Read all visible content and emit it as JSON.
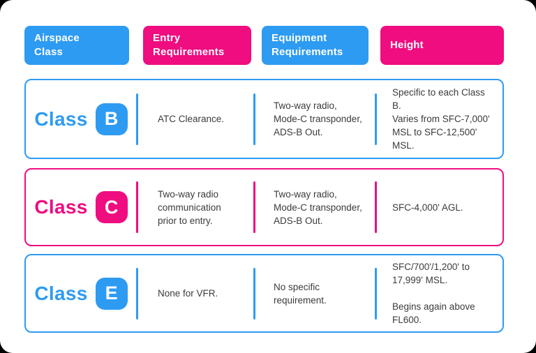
{
  "colors": {
    "blue": "#2E9BF2",
    "pink": "#EF0D80",
    "text": "#3B3B3B",
    "card_bg": "#FFFFFF",
    "outside_bg": "#000000"
  },
  "headers": [
    {
      "label": "Airspace\nClass",
      "theme": "blue"
    },
    {
      "label": "Entry\nRequirements",
      "theme": "pink"
    },
    {
      "label": "Equipment\nRequirements",
      "theme": "blue"
    },
    {
      "label": "Height",
      "theme": "pink"
    }
  ],
  "rows": [
    {
      "class_word": "Class",
      "badge_letter": "B",
      "theme": "blue",
      "entry": "ATC Clearance.",
      "equipment": "Two-way radio,\nMode-C transponder,\nADS-B Out.",
      "height": "Specific to each Class B.\nVaries from SFC-7,000'\nMSL to SFC-12,500' MSL."
    },
    {
      "class_word": "Class",
      "badge_letter": "C",
      "theme": "pink",
      "entry": "Two-way radio\ncommunication\nprior to entry.",
      "equipment": "Two-way radio,\nMode-C transponder,\nADS-B Out.",
      "height": "SFC-4,000' AGL."
    },
    {
      "class_word": "Class",
      "badge_letter": "E",
      "theme": "blue",
      "entry": "None for VFR.",
      "equipment": "No specific\nrequirement.",
      "height": "SFC/700'/1,200' to\n17,999' MSL.\n\nBegins again above FL600."
    }
  ],
  "chart_data": {
    "type": "table",
    "title": "Airspace class entry and equipment requirements",
    "columns": [
      "Airspace Class",
      "Entry Requirements",
      "Equipment Requirements",
      "Height"
    ],
    "rows": [
      [
        "Class B",
        "ATC Clearance.",
        "Two-way radio, Mode-C transponder, ADS-B Out.",
        "Specific to each Class B. Varies from SFC-7,000' MSL to SFC-12,500' MSL."
      ],
      [
        "Class C",
        "Two-way radio communication prior to entry.",
        "Two-way radio, Mode-C transponder, ADS-B Out.",
        "SFC-4,000' AGL."
      ],
      [
        "Class E",
        "None for VFR.",
        "No specific requirement.",
        "SFC/700'/1,200' to 17,999' MSL. Begins again above FL600."
      ]
    ]
  }
}
